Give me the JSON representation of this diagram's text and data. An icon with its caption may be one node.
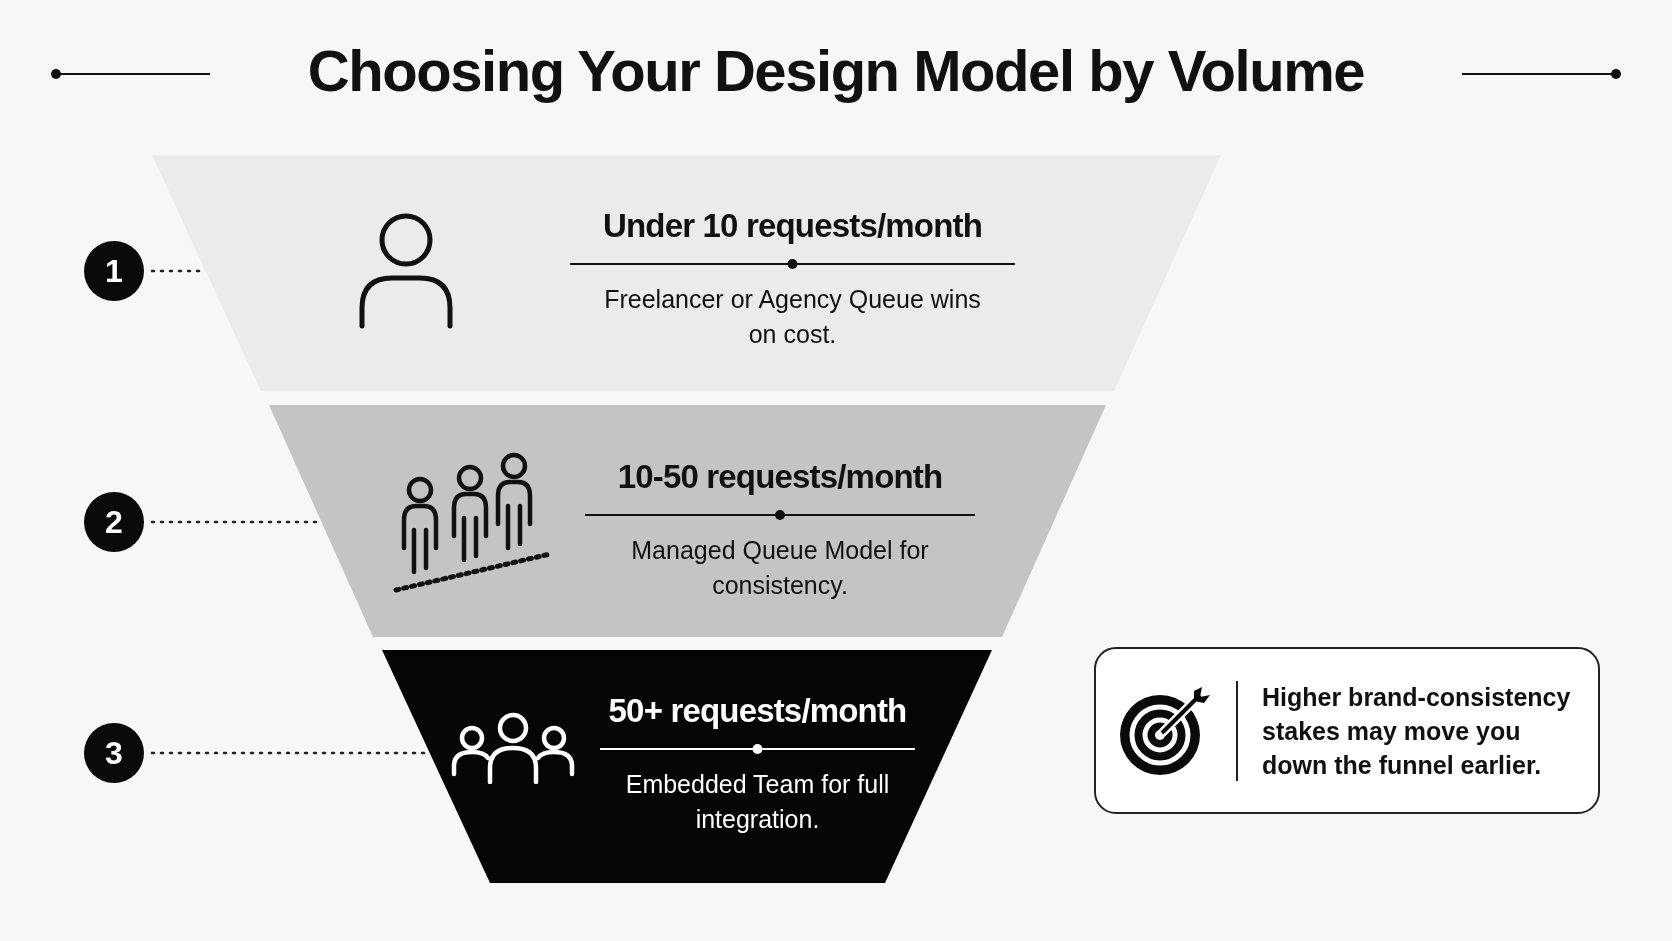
{
  "diagram": {
    "title": "Choosing Your Design Model by Volume",
    "nodes": [
      {
        "text": [
          "1"
        ]
      },
      {
        "text": [
          "Under 10 requests/month",
          "Freelancer or Agency Queue wins on cost."
        ]
      },
      {
        "text": [
          "2"
        ]
      },
      {
        "text": [
          "10-50 requests/month",
          "Managed Queue Model for consistency."
        ]
      },
      {
        "text": [
          "3"
        ]
      },
      {
        "text": [
          "50+ requests/month",
          "Embedded Team for full integration."
        ]
      },
      {
        "text": [
          "Higher brand-consistency stakes may move you down the funnel earlier."
        ]
      }
    ],
    "edges": [
      {
        "from": 0,
        "to": 1,
        "arrow": "none",
        "style": "dashed"
      },
      {
        "from": 2,
        "to": 3,
        "arrow": "none",
        "style": "dashed"
      },
      {
        "from": 4,
        "to": 5,
        "arrow": "none",
        "style": "dashed"
      }
    ]
  }
}
